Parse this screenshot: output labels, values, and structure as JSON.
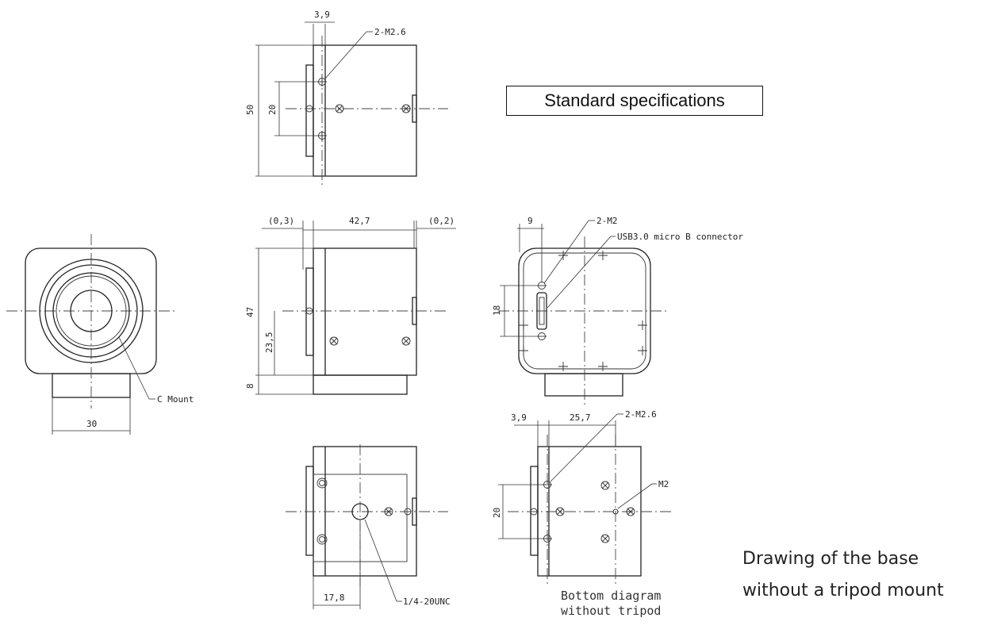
{
  "spec_label": "Standard specifications",
  "caption": {
    "line1": "Drawing of the base",
    "line2": "without a tripod mount"
  },
  "diagram_note": {
    "line1": "Bottom diagram",
    "line2": "without tripod"
  },
  "annotations": {
    "top_m26": "2-M2.6",
    "m2_pair": "2-M2",
    "usb": "USB3.0 micro B connector",
    "c_mount": "C Mount",
    "unc": "1/4-20UNC",
    "bottom_m26": "2-M2.6",
    "m2_single": "M2"
  },
  "dimensions": {
    "top_offset": "3,9",
    "top_height": "50",
    "top_inner": "20",
    "side_left_gap": "(0,3)",
    "side_length": "42,7",
    "side_right_gap": "(0,2)",
    "side_height": "47",
    "side_center": "23,5",
    "side_base": "8",
    "front_mount_width": "30",
    "rear_offset": "9",
    "rear_span": "18",
    "base_offset": "17,8",
    "bottom_offset": "3,9",
    "bottom_span": "25,7",
    "bottom_inner": "20"
  },
  "icons": [
    "screw-hole-icon",
    "threaded-hole-icon",
    "usb-connector-icon"
  ]
}
